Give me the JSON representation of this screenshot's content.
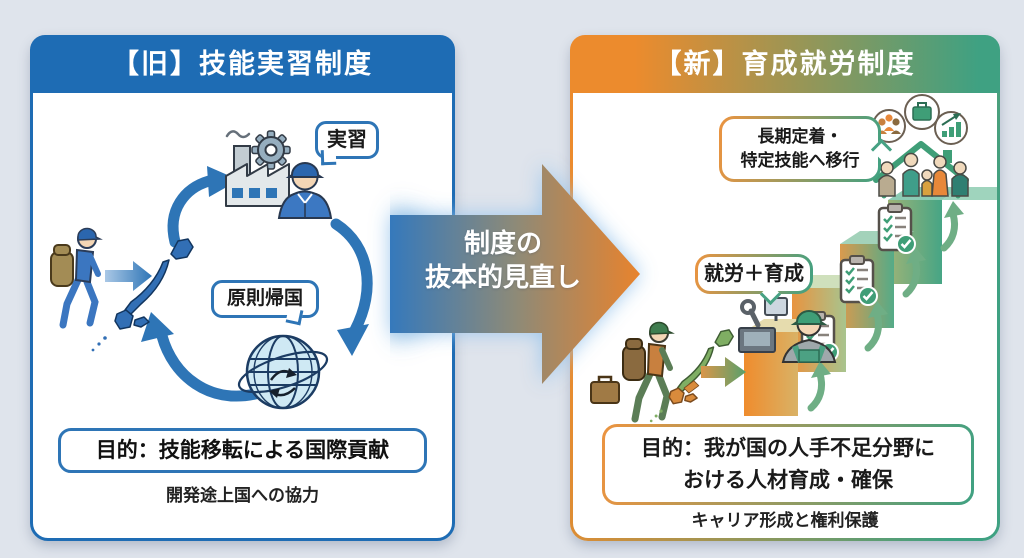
{
  "old_panel": {
    "title": "【旧】技能実習制度",
    "bubble_training": "実習",
    "bubble_return": "原則帰国",
    "purpose": "目的：技能移転による国際貢献",
    "subtext": "開発途上国への協力"
  },
  "new_panel": {
    "title": "【新】育成就労制度",
    "bubble_longterm_line1": "長期定着・",
    "bubble_longterm_line2": "特定技能へ移行",
    "bubble_work": "就労＋育成",
    "purpose_line1": "目的：我が国の人手不足分野に",
    "purpose_line2": "おける人材育成・確保",
    "subtext": "キャリア形成と権利保護"
  },
  "center_arrow": {
    "line1": "制度の",
    "line2": "抜本的見直し"
  },
  "colors": {
    "old_accent": "#1e6cb4",
    "cycle_arrow_blue": "#2e75b6",
    "new_orange": "#ec8b2d",
    "new_green": "#3fa182",
    "background": "#dfe4ec"
  }
}
